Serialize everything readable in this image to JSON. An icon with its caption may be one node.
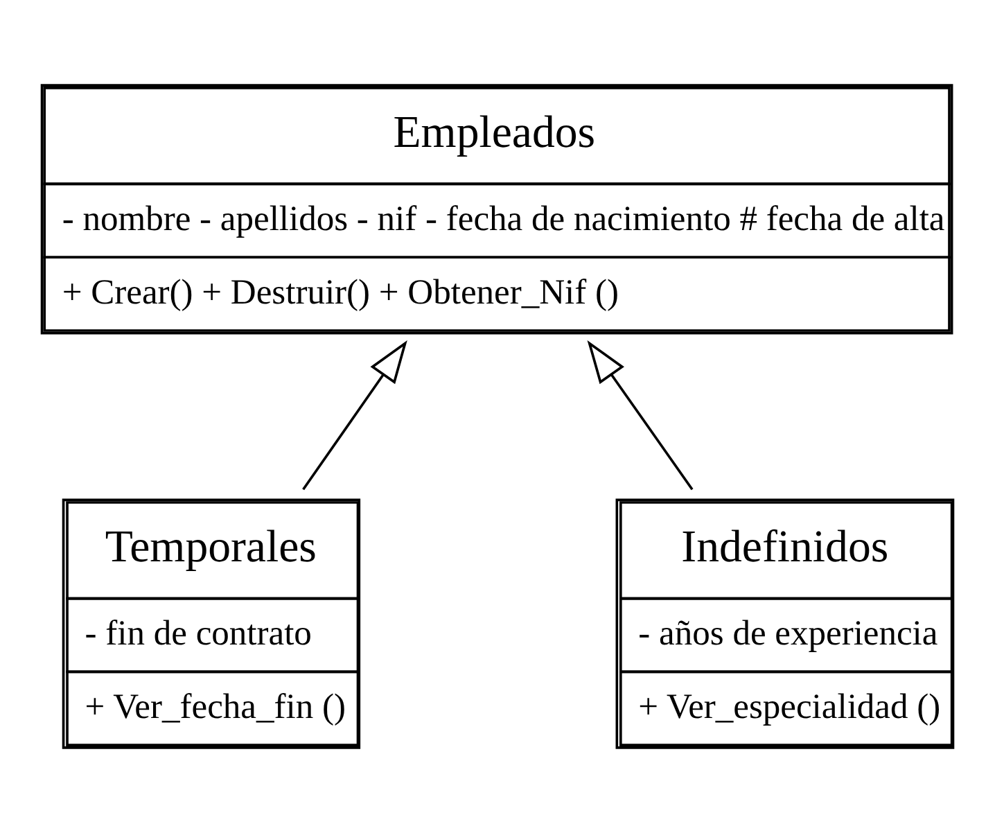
{
  "diagram": {
    "nodes": [
      {
        "text": [
          "Empleados",
          "- nombre - apellidos - nif - fecha de nacimiento # fecha de alta",
          "+ Crear() + Destruir() + Obtener_Nif ()"
        ]
      },
      {
        "text": [
          "Temporales",
          "- fin de contrato",
          "+ Ver_fecha_fin ()"
        ]
      },
      {
        "text": [
          "Indefinidos",
          "- años de experiencia",
          "+ Ver_especialidad ()"
        ]
      }
    ],
    "edges": [
      {
        "from": 1,
        "to": 0,
        "arrow": "to"
      },
      {
        "from": 2,
        "to": 0,
        "arrow": "to"
      }
    ]
  }
}
